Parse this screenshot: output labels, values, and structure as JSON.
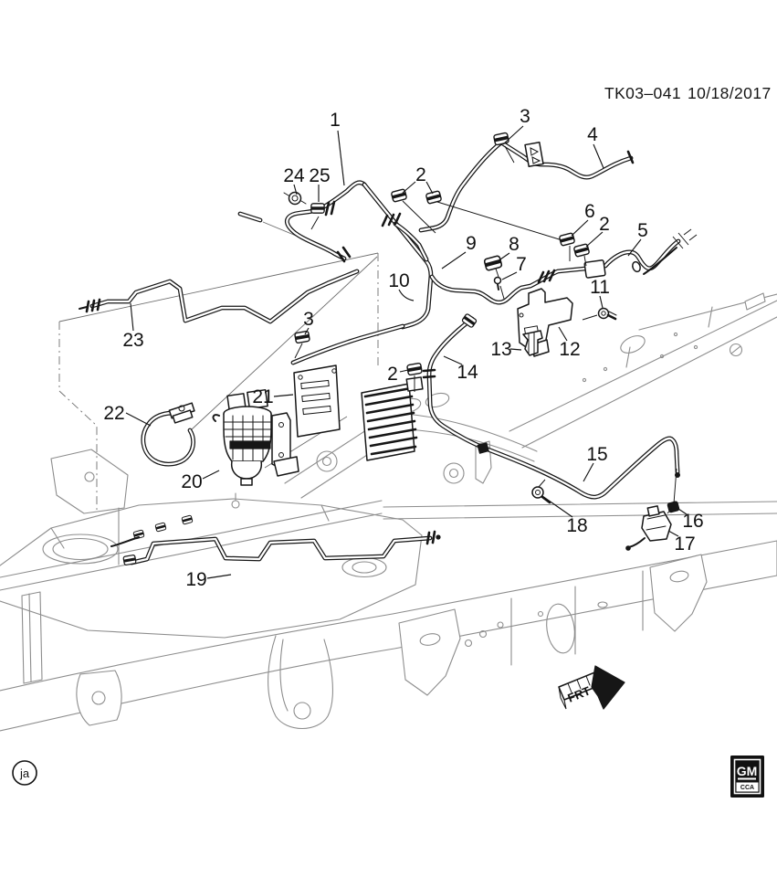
{
  "page": {
    "background": "#ffffff"
  },
  "header": {
    "drawing_number": "TK03–041",
    "date": "10/18/2017"
  },
  "callouts": [
    {
      "label": "1"
    },
    {
      "label": "3"
    },
    {
      "label": "4"
    },
    {
      "label": "24"
    },
    {
      "label": "25"
    },
    {
      "label": "2"
    },
    {
      "label": "6"
    },
    {
      "label": "2"
    },
    {
      "label": "5"
    },
    {
      "label": "9"
    },
    {
      "label": "8"
    },
    {
      "label": "7"
    },
    {
      "label": "10"
    },
    {
      "label": "11"
    },
    {
      "label": "3"
    },
    {
      "label": "23"
    },
    {
      "label": "13"
    },
    {
      "label": "12"
    },
    {
      "label": "2"
    },
    {
      "label": "14"
    },
    {
      "label": "21"
    },
    {
      "label": "22"
    },
    {
      "label": "15"
    },
    {
      "label": "20"
    },
    {
      "label": "18"
    },
    {
      "label": "16"
    },
    {
      "label": "17"
    },
    {
      "label": "19"
    }
  ],
  "orientation": {
    "front_arrow_label": "FRT"
  },
  "footer": {
    "author_mark": "ja",
    "logo_text": "GM",
    "logo_subtext": "CCA"
  },
  "colors": {
    "line": "#161616",
    "frame_line": "#8d8d8d"
  }
}
